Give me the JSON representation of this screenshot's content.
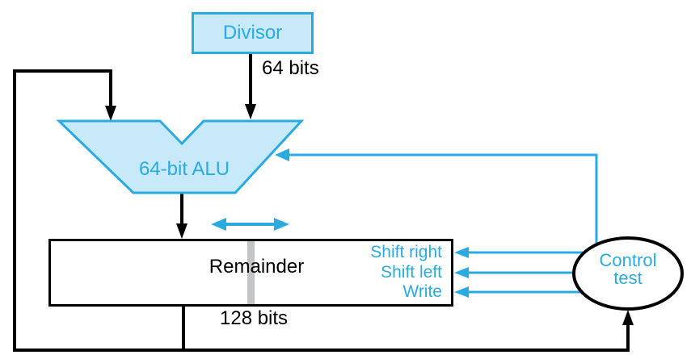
{
  "figure": {
    "blocks": {
      "divisor": {
        "label": "Divisor"
      },
      "alu": {
        "label": "64-bit ALU"
      },
      "remainder": {
        "label": "Remainder"
      },
      "control": {
        "line1": "Control",
        "line2": "test"
      }
    },
    "bus_labels": {
      "divisor_bus": "64 bits",
      "remainder_bus": "128 bits"
    },
    "control_signals": [
      {
        "label": "Shift right"
      },
      {
        "label": "Shift left"
      },
      {
        "label": "Write"
      }
    ],
    "colors": {
      "accent_cyan": "#29ABE2",
      "block_fill": "#C8E9F9",
      "divider_gray": "#C3C4C6",
      "wire_black": "#000000",
      "background": "#FFFFFF"
    }
  }
}
